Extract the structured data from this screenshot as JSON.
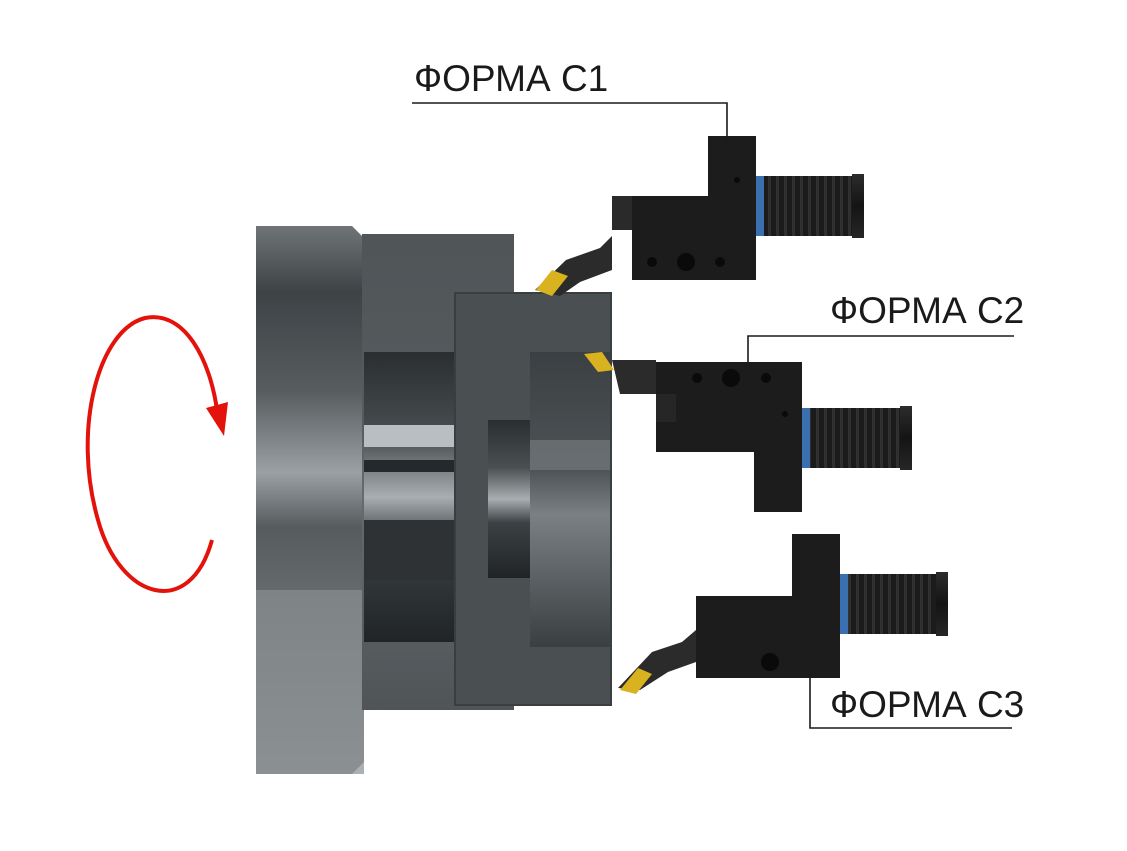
{
  "labels": {
    "c1": "ФОРМА С1",
    "c2": "ФОРМА С2",
    "c3": "ФОРМА С3"
  },
  "colors": {
    "rotation_arrow": "#e3120b",
    "insert_gold": "#d9b21f",
    "holder_black": "#1c1c1c",
    "spindle_gray": "#5a5f62",
    "seal_blue": "#3a6fb0"
  },
  "icons": {
    "rotation": "rotation-arrow-icon"
  }
}
